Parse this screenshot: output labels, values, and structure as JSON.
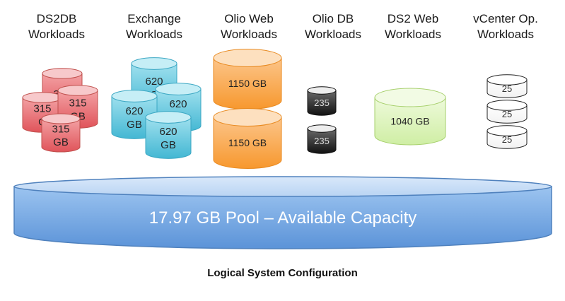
{
  "columns": [
    {
      "id": "ds2db",
      "label_line1": "DS2DB",
      "label_line2": "Workloads"
    },
    {
      "id": "exchange",
      "label_line1": "Exchange",
      "label_line2": "Workloads"
    },
    {
      "id": "olio-web",
      "label_line1": "Olio Web",
      "label_line2": "Workloads"
    },
    {
      "id": "olio-db",
      "label_line1": "Olio DB",
      "label_line2": "Workloads"
    },
    {
      "id": "ds2-web",
      "label_line1": "DS2 Web",
      "label_line2": "Workloads"
    },
    {
      "id": "vcenter",
      "label_line1": "vCenter Op.",
      "label_line2": "Workloads"
    }
  ],
  "workloads": {
    "ds2db": {
      "color": "#e8666b",
      "disks": [
        {
          "line1": "315",
          "line2": ""
        },
        {
          "line1": "315",
          "line2": "G"
        },
        {
          "line1": "315",
          "line2": "GB"
        },
        {
          "line1": "315",
          "line2": "GB"
        }
      ]
    },
    "exchange": {
      "color": "#5fc8e0",
      "disks": [
        {
          "line1": "620",
          "line2": "G"
        },
        {
          "line1": "620",
          "line2": "GB"
        },
        {
          "line1": "620",
          "line2": "GB"
        },
        {
          "line1": "620",
          "line2": "GB"
        }
      ]
    },
    "olio_web": {
      "color": "#f9a94b",
      "disks": [
        {
          "line1": "1150 GB"
        },
        {
          "line1": "1150 GB"
        }
      ]
    },
    "olio_db": {
      "color": "#3a3a3a",
      "disks": [
        {
          "line1": "235"
        },
        {
          "line1": "235"
        }
      ]
    },
    "ds2_web": {
      "color": "#d9f2b3",
      "disks": [
        {
          "line1": "1040 GB"
        }
      ]
    },
    "vcenter": {
      "color": "#ffffff",
      "disks": [
        {
          "line1": "25"
        },
        {
          "line1": "25"
        },
        {
          "line1": "25"
        }
      ]
    }
  },
  "pool": {
    "label": "17.97 GB Pool – Available Capacity",
    "color": "#6fa4e0"
  },
  "caption": "Logical System Configuration"
}
